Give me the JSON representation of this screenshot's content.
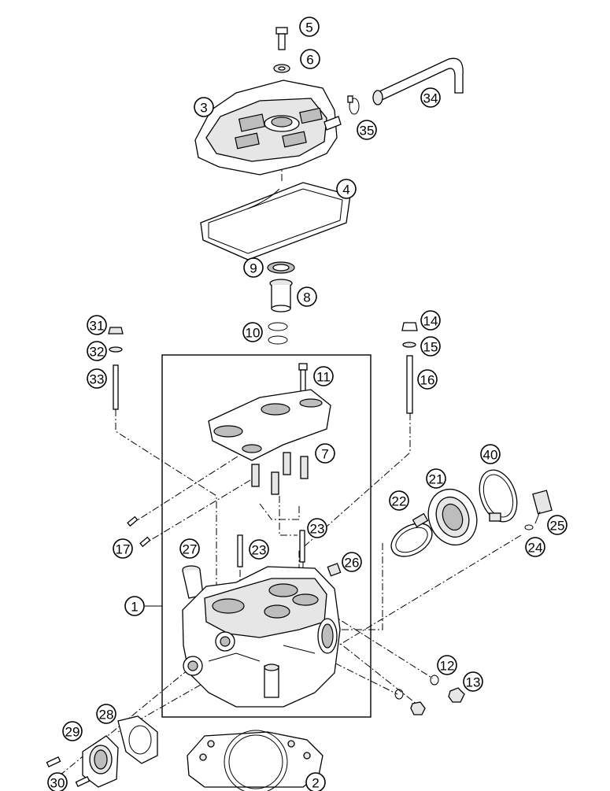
{
  "diagram": {
    "callouts": [
      "1",
      "2",
      "3",
      "4",
      "5",
      "6",
      "7",
      "8",
      "9",
      "10",
      "11",
      "12",
      "13",
      "14",
      "15",
      "16",
      "17",
      "21",
      "22",
      "23",
      "23",
      "24",
      "25",
      "26",
      "27",
      "28",
      "29",
      "30",
      "31",
      "32",
      "33",
      "34",
      "35",
      "40"
    ]
  }
}
